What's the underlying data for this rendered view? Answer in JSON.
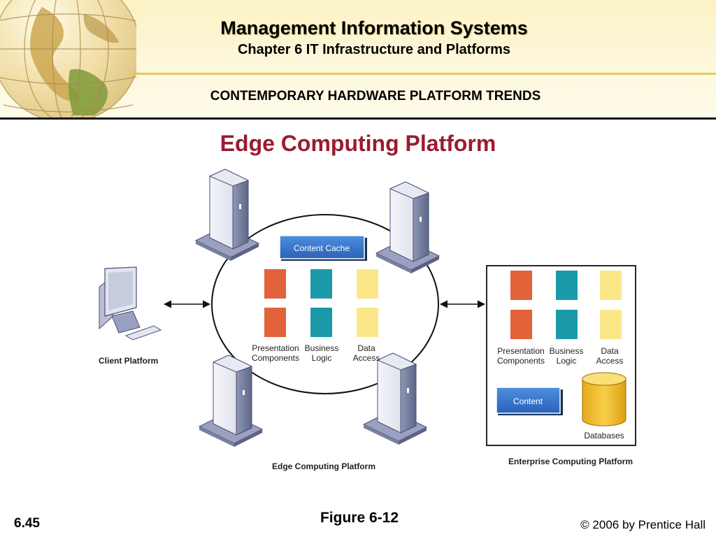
{
  "header": {
    "title": "Management Information Systems",
    "subtitle": "Chapter 6 IT Infrastructure and Platforms",
    "section": "CONTEMPORARY HARDWARE PLATFORM TRENDS"
  },
  "slide": {
    "title": "Edge Computing Platform"
  },
  "diagram": {
    "client_label": "Client Platform",
    "content_cache_label": "Content Cache",
    "edge_components": {
      "presentation": [
        "Presentation",
        "Components"
      ],
      "business": [
        "Business",
        "Logic"
      ],
      "data": [
        "Data",
        "Access"
      ]
    },
    "edge_label": "Edge Computing Platform",
    "enterprise_components": {
      "presentation": [
        "Presentation",
        "Components"
      ],
      "business": [
        "Business",
        "Logic"
      ],
      "data": [
        "Data",
        "Access"
      ]
    },
    "content_label": "Content",
    "databases_label": "Databases",
    "enterprise_label": "Enterprise Computing Platform",
    "colors": {
      "presentation": "#e2623a",
      "business": "#1a9aa8",
      "data": "#fbe788",
      "button": "#2f6fc9",
      "cylinder": "#f3c027"
    }
  },
  "footer": {
    "figure": "Figure 6-12",
    "slide_number": "6.45",
    "copyright": "© 2006 by Prentice Hall"
  }
}
